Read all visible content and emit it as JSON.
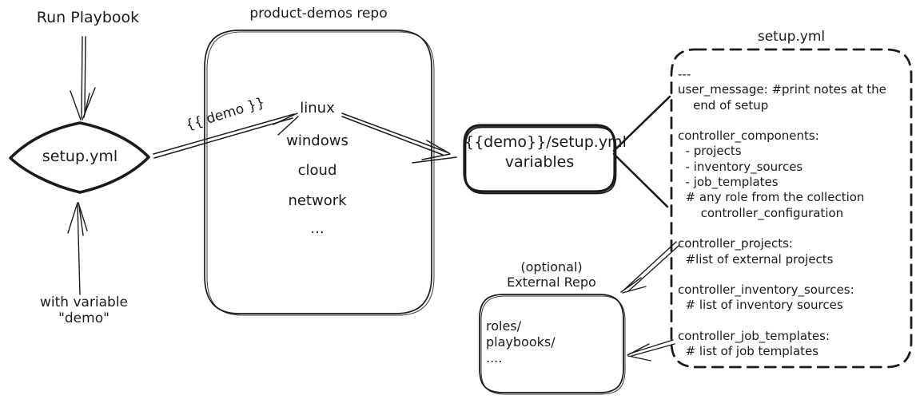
{
  "colors": {
    "ink": "#1b1b1b",
    "background": "#ffffff"
  },
  "flow": {
    "run_playbook_label": "Run Playbook",
    "diamond_label": "setup.yml",
    "with_variable_label": "with variable\n\"demo\"",
    "demo_arrow_label": "{{ demo }}"
  },
  "repo": {
    "title": "product-demos repo",
    "items": [
      "linux",
      "windows",
      "cloud",
      "network",
      "..."
    ]
  },
  "variables_box": {
    "line1": "{{demo}}/setup.yml",
    "line2": "variables"
  },
  "setup_yml": {
    "title": "setup.yml",
    "content": "---\nuser_message: #print notes at the\n    end of setup\n\ncontroller_components:\n  - projects\n  - inventory_sources\n  - job_templates\n  # any role from the collection\n      controller_configuration\n\ncontroller_projects:\n  #list of external projects\n\ncontroller_inventory_sources:\n  # list of inventory sources\n\ncontroller_job_templates:\n  # list of job templates"
  },
  "external_repo": {
    "optional_label": "(optional)",
    "title": "External Repo",
    "content": "roles/\nplaybooks/\n...."
  }
}
